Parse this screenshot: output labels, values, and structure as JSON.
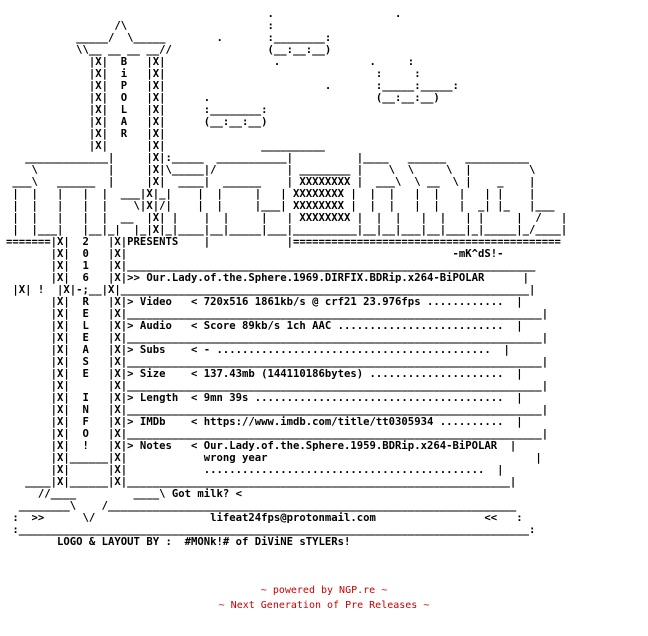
{
  "nfo": {
    "lines": [
      "                                         .                   .",
      "                 /\\                      :",
      "           _____/  \\_____        .       :________:",
      "           \\\\__ __ __ __//               (__:__:__)",
      "             |X|  B   |X|                 .              .     :",
      "             |X|  i   |X|                                 :     :",
      "             |X|  P   |X|                         .       :_____:_____:",
      "             |X|  O   |X|      .                          (__:__:__)",
      "             |X|  L   |X|      :________:",
      "             |X|  A   |X|      (__:__:__)",
      "             |X|  R   |X|",
      "             |X|      |X|               __________",
      "   _____________|     |X|:_____  ___________|          |____   ______   __________",
      "    \\           |     |X|\\_____|/           | ________ |    \\  \\     \\  |         \\",
      " ___\\   ______  |     |X|  ____|  ______    | XXXXXXXX |  ___\\  \\ __  \\ |    _    |",
      " |  |   |   |  |  ___|X|_|    |  |     |   | XXXXXXXX |  |  |   |  |   |   | |    |",
      " |  |   |   |  |    \\|X|/|    |  |     |___| XXXXXXXX |  |  |   |  |   |  _| |_   |___",
      " |  |   |   |  |  __  |X| |    |  |     |   | XXXXXXXX |  |  |   |  |   | |     |  /   |",
      " |  |___|   |__|_|  |_|X|_|____|__|_____|___|__________|__|__|___|__|___|_|_____|_/____|",
      "=======|X|  2   |X|PRESENTS    |            |==========================================",
      "       |X|  0   |X|                                                   -mK^dS!-",
      "       |X|  1   |X|________________________________________________________________",
      "       |X|  6   |X|>> Our.Lady.of.the.Sphere.1969.DIRFIX.BDRip.x264-BiPOLAR      |",
      " |X| !  |X|-;__|X|________________________________________________________________|",
      "       |X|  R   |X|> Video   < 720x516 1861kb/s @ crf21 23.976fps ............  |",
      "       |X|  E   |X|_________________________________________________________________|",
      "       |X|  L   |X|> Audio   < Score 89kb/s 1ch AAC ..........................  |",
      "       |X|  E   |X|_________________________________________________________________|",
      "       |X|  A   |X|> Subs    < - ...........................................  |",
      "       |X|  S   |X|_________________________________________________________________|",
      "       |X|  E   |X|> Size    < 137.43mb (144110186bytes) .....................  |",
      "       |X|      |X|_________________________________________________________________|",
      "       |X|  I   |X|> Length  < 9mn 39s .......................................  |",
      "       |X|  N   |X|_________________________________________________________________|",
      "       |X|  F   |X|> IMDb    < https://www.imdb.com/title/tt0305934 ..........  |",
      "       |X|  O   |X|_________________________________________________________________|",
      "       |X|  !   |X|> Notes   < Our.Lady.of.the.Sphere.1959.BDRip.x264-BiPOLAR  |",
      "       |X|______|X|            wrong year                                          |",
      "       |X|      |X|            ............................................  |",
      "   ____|X|______|X|____________________________________________________________|",
      "     //____         ____\\ Got milk? <",
      "  ________\\    /________________________________________________________________",
      " :  >>      \\/                  lifeat24fps@protonmail.com                 <<   :",
      " :________________________________________________________________________________:",
      "        LOGO & LAYOUT BY :  #MONk!# of DiViNE sTYLERs!"
    ]
  },
  "footer": {
    "line1": "~ powered by NGP.re ~",
    "line2": "~ Next Generation of Pre Releases ~"
  }
}
